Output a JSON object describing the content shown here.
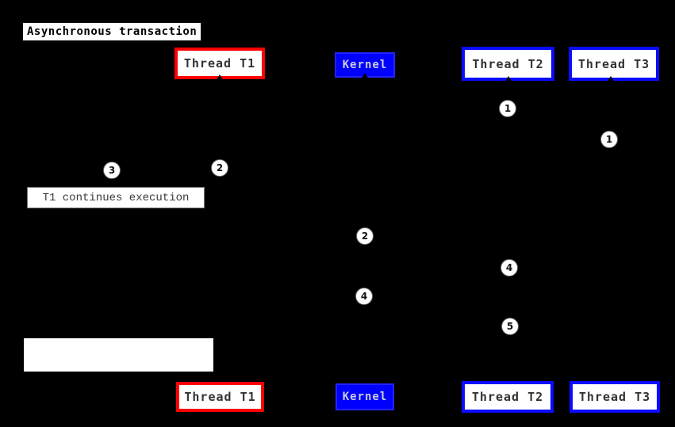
{
  "diagram": {
    "title": "Asynchronous transaction",
    "note": "T1 continues execution",
    "empty_note": "",
    "actors": [
      {
        "id": "thread-t1",
        "label": "Thread T1",
        "accent": "#ff0000",
        "fill": "#ffffff",
        "text_color": "#333333"
      },
      {
        "id": "kernel",
        "label": "Kernel",
        "accent": "#2222ff",
        "fill": "#0000ff",
        "text_color": "#ccccdd"
      },
      {
        "id": "thread-t2",
        "label": "Thread T2",
        "accent": "#0b0bff",
        "fill": "#ffffff",
        "text_color": "#333333"
      },
      {
        "id": "thread-t3",
        "label": "Thread T3",
        "accent": "#0b0bff",
        "fill": "#ffffff",
        "text_color": "#333333"
      }
    ],
    "markers": [
      {
        "label": "1",
        "lifeline": "thread-t2"
      },
      {
        "label": "1",
        "lifeline": "thread-t3"
      },
      {
        "label": "2",
        "lifeline": "thread-t1"
      },
      {
        "label": "3",
        "lifeline": "left-of-thread-t1"
      },
      {
        "label": "2",
        "lifeline": "kernel"
      },
      {
        "label": "4",
        "lifeline": "thread-t2"
      },
      {
        "label": "4",
        "lifeline": "kernel"
      },
      {
        "label": "5",
        "lifeline": "thread-t2"
      }
    ],
    "colors": {
      "background": "#000000",
      "red_accent": "#ff0000",
      "blue_accent": "#0b0bff",
      "kernel_fill": "#0000ff",
      "kernel_text": "#ccccdd",
      "actor_text": "#333333",
      "note_text": "#3a3a3a",
      "note_border": "#777777",
      "marker_fill": "#ffffff",
      "marker_text": "#111111"
    }
  }
}
